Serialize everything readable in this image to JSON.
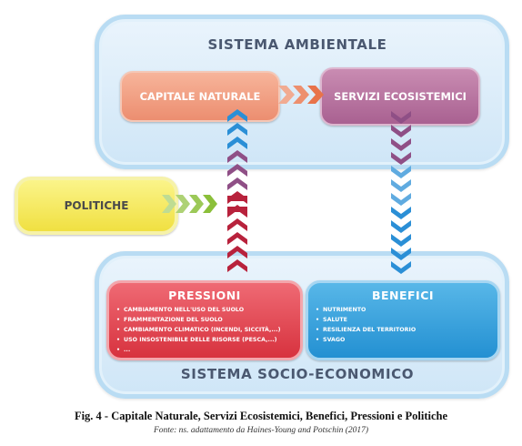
{
  "diagram": {
    "top_system": "SISTEMA AMBIENTALE",
    "bottom_system": "SISTEMA SOCIO-ECONOMICO",
    "nodes": {
      "capitale": "CAPITALE NATURALE",
      "servizi": "SERVIZI ECOSISTEMICI",
      "politiche": "POLITICHE",
      "pressioni": {
        "title": "PRESSIONI",
        "items": [
          "CAMBIAMENTO NELL'USO DEL SUOLO",
          "FRAMMENTAZIONE DEL SUOLO",
          "CAMBIAMENTO CLIMATICO (INCENDI, SICCITÀ,...)",
          "USO INSOSTENIBILE DELLE RISORSE (PESCA,...)",
          "..."
        ]
      },
      "benefici": {
        "title": "BENEFICI",
        "items": [
          "NUTRIMENTO",
          "SALUTE",
          "RESILIENZA DEL TERRITORIO",
          "SVAGO"
        ]
      }
    },
    "colors": {
      "capitale": "#ec8e70",
      "servizi": "#a96191",
      "politiche": "#f0e041",
      "pressioni": "#d7323e",
      "benefici": "#2390d2",
      "system": "#cfe6f7",
      "arrow_orange": "#e8734a",
      "arrow_green": "#8bbf3a",
      "arrow_red": "#b8223c",
      "arrow_blue": "#2b8fd6",
      "arrow_purple": "#8f4f86"
    }
  },
  "caption": "Fig. 4 - Capitale Naturale, Servizi Ecosistemici, Benefici, Pressioni e Politiche",
  "source": "Fonte: ns. adattamento da Haines-Young and Potschin (2017)"
}
